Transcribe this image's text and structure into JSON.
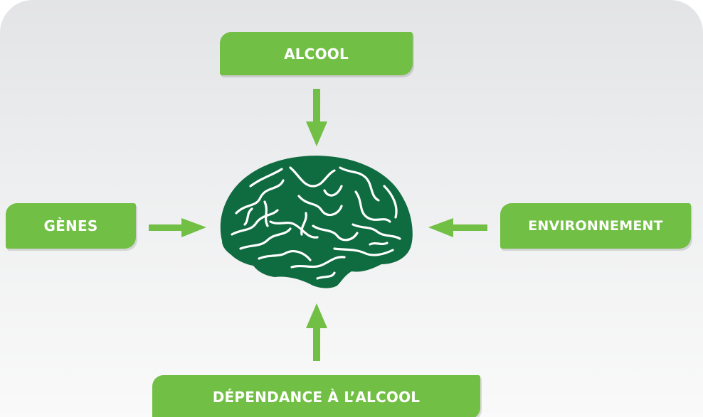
{
  "nodes": {
    "top": "ALCOOL",
    "left": "GÈNES",
    "right": "ENVIRONNEMENT",
    "bottom": "DÉPENDANCE À L’ALCOOL"
  },
  "center": {
    "icon": "brain-icon"
  },
  "colors": {
    "box": "#71bf44",
    "arrow": "#71bf44",
    "brain": "#0f6b40",
    "background": "#e9eaeb"
  }
}
